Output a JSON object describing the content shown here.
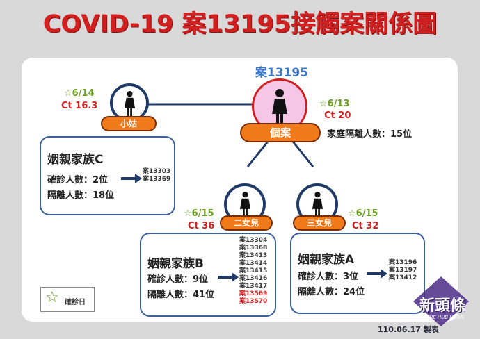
{
  "title": "COVID-19 案13195接觸案關係圖",
  "center": {
    "case_label": "案13195",
    "node_label": "個案",
    "date": "☆6/13",
    "ct": "Ct 20",
    "isolation": "家庭隔離人數：15位"
  },
  "aunt": {
    "label": "小姑",
    "date": "☆6/14",
    "ct": "Ct 16.3"
  },
  "daughter2": {
    "label": "二女兒",
    "date": "☆6/15",
    "ct": "Ct 36"
  },
  "daughter3": {
    "label": "三女兒",
    "date": "☆6/15",
    "ct": "Ct 32"
  },
  "family_c": {
    "title": "姻親家族C",
    "confirmed": "確診人數：2位",
    "isolated": "隔離人數：18位",
    "cases": [
      "案13303",
      "案13369"
    ]
  },
  "family_b": {
    "title": "姻親家族B",
    "confirmed": "確診人數：9位",
    "isolated": "隔離人數：41位",
    "cases": [
      "案13304",
      "案13368",
      "案13413",
      "案13414",
      "案13415",
      "案13416",
      "案13417"
    ],
    "cases_red": [
      "案13569",
      "案13570"
    ]
  },
  "family_a": {
    "title": "姻親家族A",
    "confirmed": "確診人數：3位",
    "isolated": "隔離人數：24位",
    "cases": [
      "案13196",
      "案13197",
      "案13412"
    ]
  },
  "legend": {
    "star": "☆",
    "label": "確診日"
  },
  "footer": "110.06.17 製表",
  "watermark": {
    "main": "新頭條",
    "sub": "THE HUB NEWS"
  },
  "colors": {
    "title_red": "#d21f1f",
    "orange": "#f07a1a",
    "navy": "#1f3a66",
    "green": "#6aa01e",
    "blue": "#3a78c8",
    "center_pink": "#f5c6e6"
  },
  "icons": [
    "female-person-icon",
    "star-icon",
    "right-arrow-icon"
  ]
}
